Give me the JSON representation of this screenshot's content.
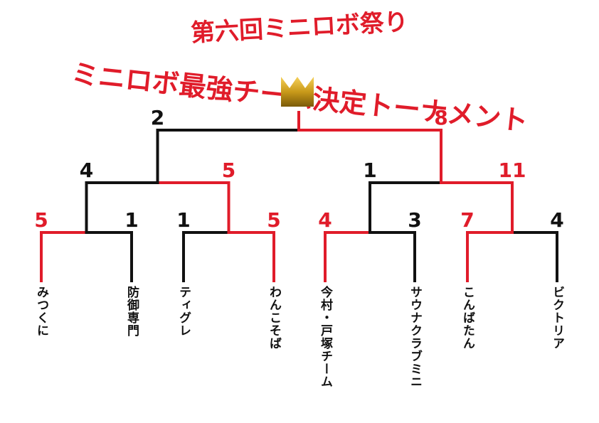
{
  "title": {
    "line1": "第六回ミニロボ祭り",
    "line2": "ミニロボ最強チーム決定トーナメント"
  },
  "colors": {
    "winner": "#e01c2a",
    "loser": "#111111",
    "crown": "#c99a1a"
  },
  "crown_icon": "crown-icon",
  "teams": [
    "みつくに",
    "防御専門",
    "ティグレ",
    "わんこそば",
    "今村・戸塚チーム",
    "サウナクラブミニ",
    "こんばたん",
    "ビクトリア"
  ],
  "round1": [
    {
      "left_score": "5",
      "right_score": "1",
      "winner": "left"
    },
    {
      "left_score": "1",
      "right_score": "5",
      "winner": "right"
    },
    {
      "left_score": "4",
      "right_score": "3",
      "winner": "left"
    },
    {
      "left_score": "7",
      "right_score": "4",
      "winner": "left"
    }
  ],
  "semifinals": [
    {
      "left_score": "4",
      "right_score": "5",
      "winner": "right"
    },
    {
      "left_score": "1",
      "right_score": "11",
      "winner": "right"
    }
  ],
  "final": {
    "left_score": "2",
    "right_score": "8",
    "winner": "right"
  }
}
